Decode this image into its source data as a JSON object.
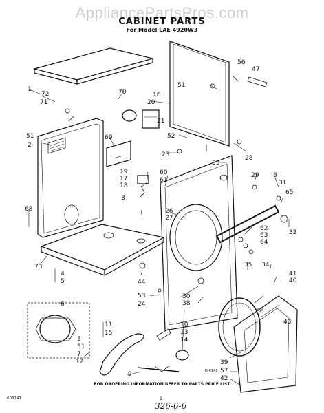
{
  "watermark": "AppliancePartsPros.com",
  "title": "CABINET PARTS",
  "subtitle": "For Model LAE 4920W3",
  "footer": "FOR ORDERING INFORMATION REFER TO PARTS PRICE LIST",
  "footer_code": "603141",
  "page_number": "2",
  "diagram_code": "D-6141",
  "handwritten_note": "326-6-6",
  "callouts": [
    "1",
    "72",
    "71",
    "70",
    "16",
    "20",
    "21",
    "51",
    "2",
    "69",
    "52",
    "23",
    "33",
    "28",
    "56",
    "47",
    "51",
    "29",
    "8",
    "31",
    "65",
    "19",
    "17",
    "18",
    "60",
    "61",
    "3",
    "26",
    "27",
    "32",
    "62",
    "63",
    "64",
    "68",
    "73",
    "4",
    "5",
    "6",
    "44",
    "35",
    "34",
    "41",
    "40",
    "53",
    "24",
    "30",
    "38",
    "11",
    "15",
    "10",
    "13",
    "14",
    "66",
    "43",
    "39",
    "57",
    "42",
    "12",
    "7",
    "51",
    "5",
    "9"
  ]
}
